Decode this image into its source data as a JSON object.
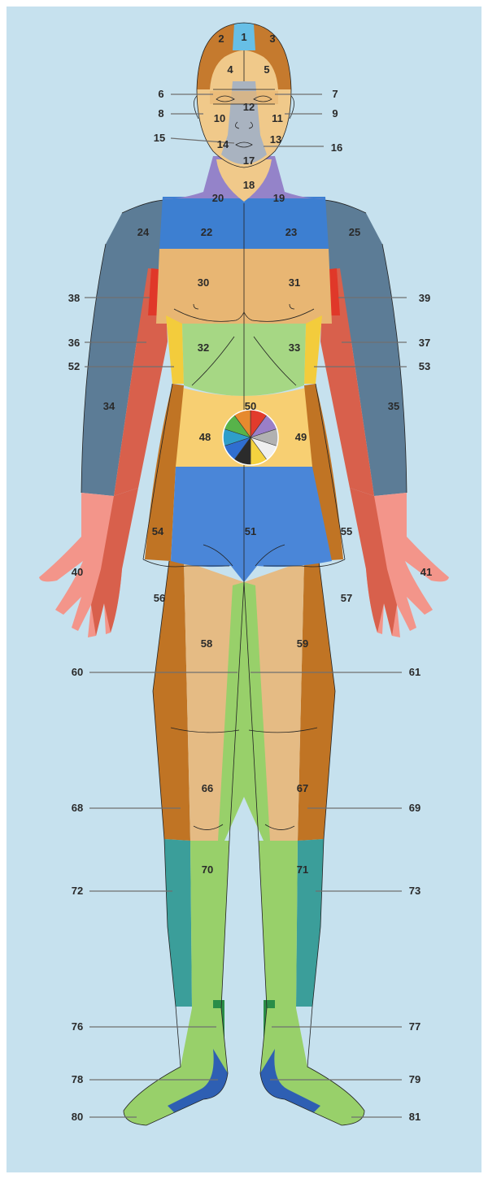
{
  "palette": {
    "background": "#c6e1ee",
    "head_brown": "#c57a2e",
    "skin": "#f0c98a",
    "top_head_blue": "#67bfe6",
    "grey_center": "#a9b3c0",
    "neck_purple": "#9483c9",
    "shoulder_blue": "#3d7fd1",
    "arm_slate": "#5c7c96",
    "chest_tan": "#e8b673",
    "red_armpit": "#e03829",
    "yellow_side": "#f3cc3c",
    "light_green": "#a6d784",
    "forearm_red": "#d8604c",
    "hand_pink": "#f3958a",
    "waist_yellow": "#f7cf72",
    "belly_blue": "#4a86d8",
    "side_brown": "#c07424",
    "thigh_tan": "#e5bb84",
    "leg_green": "#98d06a",
    "shin_teal": "#3b9e9a",
    "ankle_green": "#2a8d48",
    "foot_blue": "#2e5fb3"
  },
  "wheel_colors": [
    "#e23b2c",
    "#9a7fc8",
    "#b1b1b1",
    "#efefef",
    "#f4d23f",
    "#2b2b2b",
    "#2f6ed0",
    "#2f9ec9",
    "#57b34a",
    "#e68a2e"
  ],
  "labels": {
    "l1": "1",
    "l2": "2",
    "l3": "3",
    "l4": "4",
    "l5": "5",
    "l6": "6",
    "l7": "7",
    "l8": "8",
    "l9": "9",
    "l10": "10",
    "l11": "11",
    "l12": "12",
    "l13": "13",
    "l14": "14",
    "l15": "15",
    "l16": "16",
    "l17": "17",
    "l18": "18",
    "l19": "19",
    "l20": "20",
    "l22": "22",
    "l23": "23",
    "l24": "24",
    "l25": "25",
    "l30": "30",
    "l31": "31",
    "l32": "32",
    "l33": "33",
    "l34": "34",
    "l35": "35",
    "l36": "36",
    "l37": "37",
    "l38": "38",
    "l39": "39",
    "l40": "40",
    "l41": "41",
    "l48": "48",
    "l49": "49",
    "l50": "50",
    "l51": "51",
    "l52": "52",
    "l53": "53",
    "l54": "54",
    "l55": "55",
    "l56": "56",
    "l57": "57",
    "l58": "58",
    "l59": "59",
    "l60": "60",
    "l61": "61",
    "l66": "66",
    "l67": "67",
    "l68": "68",
    "l69": "69",
    "l70": "70",
    "l71": "71",
    "l72": "72",
    "l73": "73",
    "l76": "76",
    "l77": "77",
    "l78": "78",
    "l79": "79",
    "l80": "80",
    "l81": "81"
  }
}
